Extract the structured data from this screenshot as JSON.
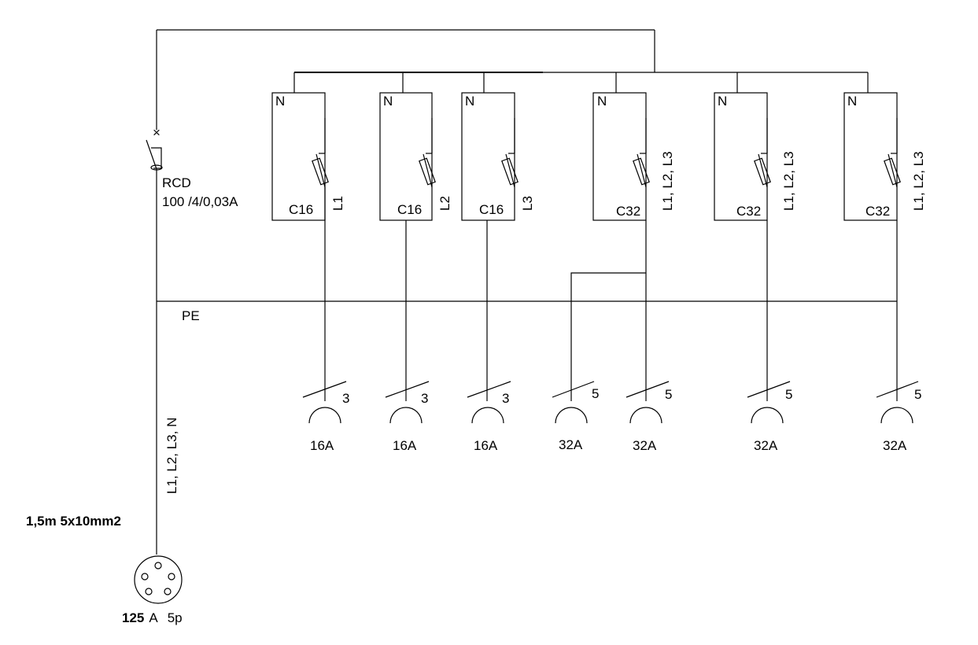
{
  "supply": {
    "plug_rating": "125",
    "plug_unit": "A",
    "plug_poles": "5p",
    "cable": "1,5m 5x10mm2",
    "conductors": "L1, L2, L3, N"
  },
  "rcd": {
    "name": "RCD",
    "rating": "100 /4/0,03A"
  },
  "pe_label": "PE",
  "breakers": [
    {
      "neutral": "N",
      "rating": "C16",
      "phase": "L1"
    },
    {
      "neutral": "N",
      "rating": "C16",
      "phase": "L2"
    },
    {
      "neutral": "N",
      "rating": "C16",
      "phase": "L3"
    },
    {
      "neutral": "N",
      "rating": "C32",
      "phase": "L1, L2, L3"
    },
    {
      "neutral": "N",
      "rating": "C32",
      "phase": "L1, L2, L3"
    },
    {
      "neutral": "N",
      "rating": "C32",
      "phase": "L1, L2, L3"
    }
  ],
  "sockets": [
    {
      "poles": "3",
      "rating": "16A"
    },
    {
      "poles": "3",
      "rating": "16A"
    },
    {
      "poles": "3",
      "rating": "16A"
    },
    {
      "poles": "5",
      "rating": "32A"
    },
    {
      "poles": "5",
      "rating": "32A"
    },
    {
      "poles": "5",
      "rating": "32A"
    },
    {
      "poles": "5",
      "rating": "32A"
    }
  ]
}
